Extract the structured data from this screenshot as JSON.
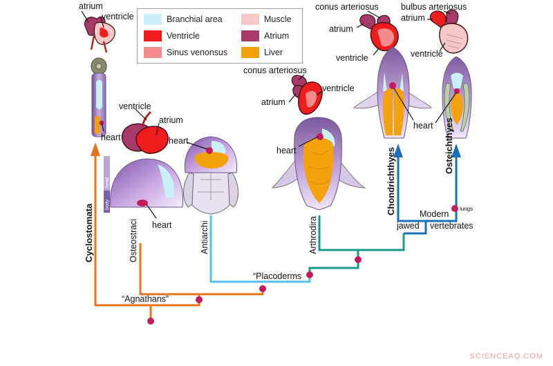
{
  "legend": {
    "items": [
      {
        "label": "Branchial area",
        "color": "#c9f1f7"
      },
      {
        "label": "Ventricle",
        "color": "#ee1c1c"
      },
      {
        "label": "Sinus venonsus",
        "color": "#f28c8c"
      },
      {
        "label": "Muscle",
        "color": "#f8c7c7"
      },
      {
        "label": "Atrium",
        "color": "#a83a6a"
      },
      {
        "label": "Liver",
        "color": "#f4a20c"
      }
    ]
  },
  "taxa": {
    "cyclostomata": "Cyclostomata",
    "osteostraci": "Osteostraci",
    "antiarchi": "Antiarchi",
    "arthrodira": "Arthrodira",
    "chondrichthyes": "Chondrichthyes",
    "osteichthyes": "Osteichthyes"
  },
  "groups": {
    "agnathans": "“Agnathans”",
    "placoderms": "“Placoderms",
    "modern": "Modern",
    "jawed": "jawed",
    "vertebrates": "vertebrates",
    "lungs": "lungs"
  },
  "heart_labels": {
    "lamprey_atrium": "atrium",
    "lamprey_ventricle": "ventricle",
    "lamprey_heart": "heart",
    "ost_ventricle": "ventricle",
    "ost_atrium": "atrium",
    "ost_heart": "heart",
    "ant_heart": "heart",
    "arth_conus": "conus arteriosus",
    "arth_ventricle": "ventricle",
    "arth_atrium": "atrium",
    "arth_heart": "heart",
    "chon_conus": "conus arteriosus",
    "chon_atrium": "atrium",
    "chon_ventricle": "ventricle",
    "oste_bulbus": "bulbus arteriosus",
    "oste_atrium": "atrium",
    "oste_ventricle": "ventricle",
    "oste_heart": "heart"
  },
  "scale_labels": {
    "head": "head",
    "body": "body"
  },
  "branch_colors": {
    "agnathans": "#e8731f",
    "placoderms": "#55bfe3",
    "arthro": "#17998a",
    "jawed": "#1a6fb8",
    "node": "#c41c5a"
  },
  "watermark": "SCIENCEAQ.COM"
}
